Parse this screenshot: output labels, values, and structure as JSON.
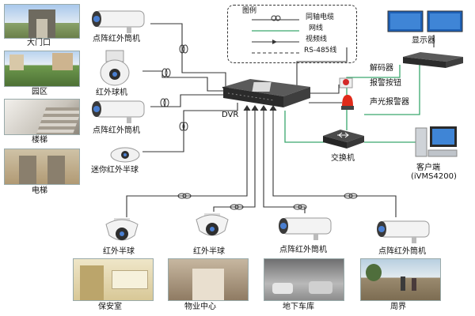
{
  "legend": {
    "title": "图例",
    "items": [
      {
        "label": "同轴电缆"
      },
      {
        "label": "网线"
      },
      {
        "label": "视频线"
      },
      {
        "label": "RS-485线"
      }
    ]
  },
  "colors": {
    "coax": "#333333",
    "network": "#3aa76d",
    "video": "#555555",
    "rs485": "#333333"
  },
  "locations": {
    "main_gate": "大门口",
    "park": "园区",
    "stairs": "楼梯",
    "elevator": "电梯",
    "security_room": "保安室",
    "property_center": "物业中心",
    "garage": "地下车库",
    "perimeter": "周界"
  },
  "cameras": {
    "left_1": "点阵红外筒机",
    "left_2": "红外球机",
    "left_3": "点阵红外筒机",
    "left_4": "迷你红外半球",
    "bottom_1": "红外半球",
    "bottom_2": "红外半球",
    "bottom_3": "点阵红外筒机",
    "bottom_4": "点阵红外筒机"
  },
  "devices": {
    "dvr": "DVR",
    "decoder": "解码器",
    "monitors": "显示器",
    "alarm_button": "报警按钮",
    "siren": "声光报警器",
    "switch": "交换机",
    "client": "客户端",
    "client_sub": "(iVMS4200)"
  }
}
